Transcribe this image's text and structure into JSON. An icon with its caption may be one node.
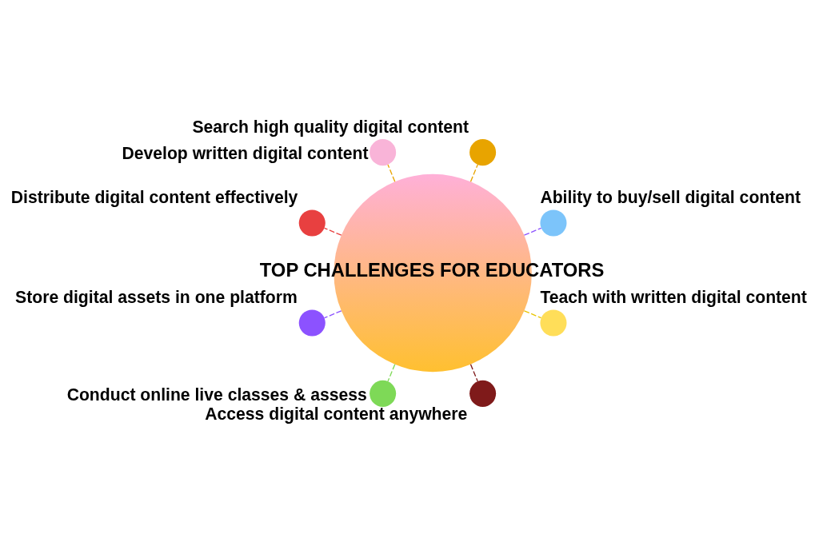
{
  "diagram": {
    "nodes": [
      {
        "text": [
          "TOP CHALLENGES FOR EDUCATORS"
        ]
      },
      {
        "text": [],
        "shape": "circle",
        "beside": [
          "Ability to buy/sell digital content"
        ]
      },
      {
        "text": [],
        "shape": "circle",
        "beside": [
          "Search high quality digital content"
        ]
      },
      {
        "text": [],
        "shape": "circle",
        "beside": [
          "Develop written digital content"
        ]
      },
      {
        "text": [],
        "shape": "circle",
        "beside": [
          "Distribute digital content effectively"
        ]
      },
      {
        "text": [],
        "shape": "circle",
        "beside": [
          "Store digital assets in one platform"
        ]
      },
      {
        "text": [],
        "shape": "circle",
        "beside": [
          "Conduct online live classes & assess"
        ]
      },
      {
        "text": [],
        "shape": "circle",
        "beside": [
          "Access digital content anywhere"
        ]
      },
      {
        "text": [],
        "shape": "circle",
        "beside": [
          "Teach with written digital content"
        ]
      }
    ],
    "edges": [
      {
        "from": 0,
        "to": 1,
        "arrow": "none",
        "style": "dashed",
        "color": "#8c52ff"
      },
      {
        "from": 0,
        "to": 2,
        "arrow": "none",
        "style": "dashed",
        "color": "#e8a400"
      },
      {
        "from": 0,
        "to": 3,
        "arrow": "none",
        "style": "dashed",
        "color": "#e8a400"
      },
      {
        "from": 0,
        "to": 4,
        "arrow": "none",
        "style": "dashed",
        "color": "#e84040"
      },
      {
        "from": 0,
        "to": 5,
        "arrow": "none",
        "style": "dashed",
        "color": "#8c52ff"
      },
      {
        "from": 0,
        "to": 6,
        "arrow": "none",
        "style": "dashed",
        "color": "#7ed957"
      },
      {
        "from": 0,
        "to": 7,
        "arrow": "none",
        "style": "dashed",
        "color": "#7f1a1a"
      },
      {
        "from": 0,
        "to": 8,
        "arrow": "none",
        "style": "dashed",
        "color": "#e8c400"
      }
    ]
  }
}
